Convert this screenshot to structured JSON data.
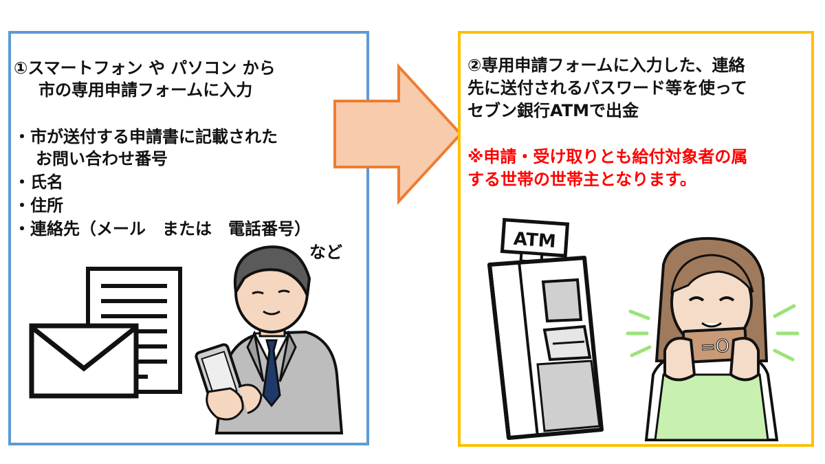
{
  "colors": {
    "left_border": "#5b9bd5",
    "right_border": "#ffc000",
    "arrow_fill": "#f8cbad",
    "arrow_stroke": "#ed7d31",
    "note_red": "#ff0000"
  },
  "step1": {
    "title_line1": "①スマートフォン や パソコン から",
    "title_line2": "市の専用申請フォームに入力",
    "items": [
      "・市が送付する申請書に記載された",
      "お問い合わせ番号",
      "・氏名",
      "・住所",
      "・連絡先（メール　または　電話番号）",
      "など"
    ]
  },
  "step2": {
    "lines": [
      "②専用申請フォームに入力した、連絡",
      "先に送付されるパスワード等を使って",
      "セブン銀行ATMで出金"
    ],
    "note_lines": [
      "※申請・受け取りとも給付対象者の属",
      "する世帯の世帯主となります。"
    ],
    "atm_sign": "ATM"
  },
  "icons": [
    "document-icon",
    "envelope-icon",
    "businessman-icon",
    "arrow-right-icon",
    "atm-icon",
    "woman-holding-card-icon"
  ]
}
